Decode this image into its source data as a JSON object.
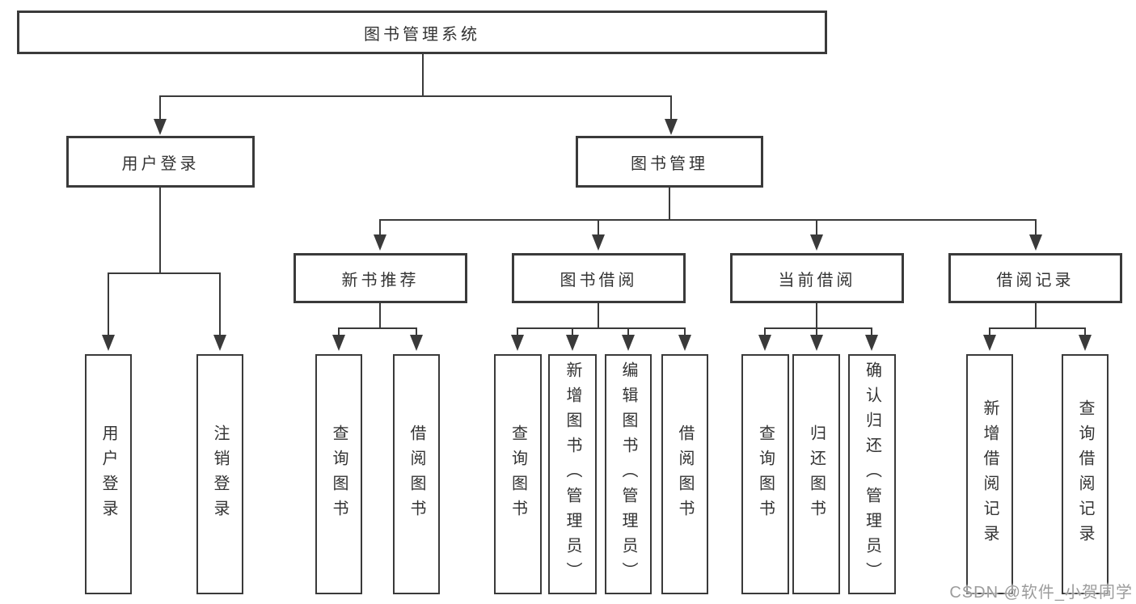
{
  "diagram": {
    "type": "tree",
    "title": "图书管理系统",
    "watermark": "CSDN @软件_小贺同学",
    "colors": {
      "line": "#3a3a3a",
      "text": "#333333",
      "background": "#ffffff",
      "watermark": "#9c9c9c"
    },
    "nodes": {
      "root": {
        "label": "图书管理系统"
      },
      "user_login": {
        "label": "用户登录"
      },
      "book_mgmt": {
        "label": "图书管理"
      },
      "new_book": {
        "label": "新书推荐"
      },
      "book_borrow": {
        "label": "图书借阅"
      },
      "cur_borrow": {
        "label": "当前借阅"
      },
      "borrow_rec": {
        "label": "借阅记录"
      },
      "ul_login": {
        "label": "用户登录"
      },
      "ul_logout": {
        "label": "注销登录"
      },
      "nb_query": {
        "label": "查询图书"
      },
      "nb_borrow": {
        "label": "借阅图书"
      },
      "bb_query": {
        "label": "查询图书"
      },
      "bb_add": {
        "label": "新增图书（管理员）"
      },
      "bb_edit": {
        "label": "编辑图书（管理员）"
      },
      "bb_borrow": {
        "label": "借阅图书"
      },
      "cb_query": {
        "label": "查询图书"
      },
      "cb_return": {
        "label": "归还图书"
      },
      "cb_confirm": {
        "label": "确认归还（管理员）"
      },
      "br_add": {
        "label": "新增借阅记录"
      },
      "br_query": {
        "label": "查询借阅记录"
      }
    },
    "hierarchy": {
      "图书管理系统": {
        "用户登录": [
          "用户登录",
          "注销登录"
        ],
        "图书管理": {
          "新书推荐": [
            "查询图书",
            "借阅图书"
          ],
          "图书借阅": [
            "查询图书",
            "新增图书（管理员）",
            "编辑图书（管理员）",
            "借阅图书"
          ],
          "当前借阅": [
            "查询图书",
            "归还图书",
            "确认归还（管理员）"
          ],
          "借阅记录": [
            "新增借阅记录",
            "查询借阅记录"
          ]
        }
      }
    }
  }
}
